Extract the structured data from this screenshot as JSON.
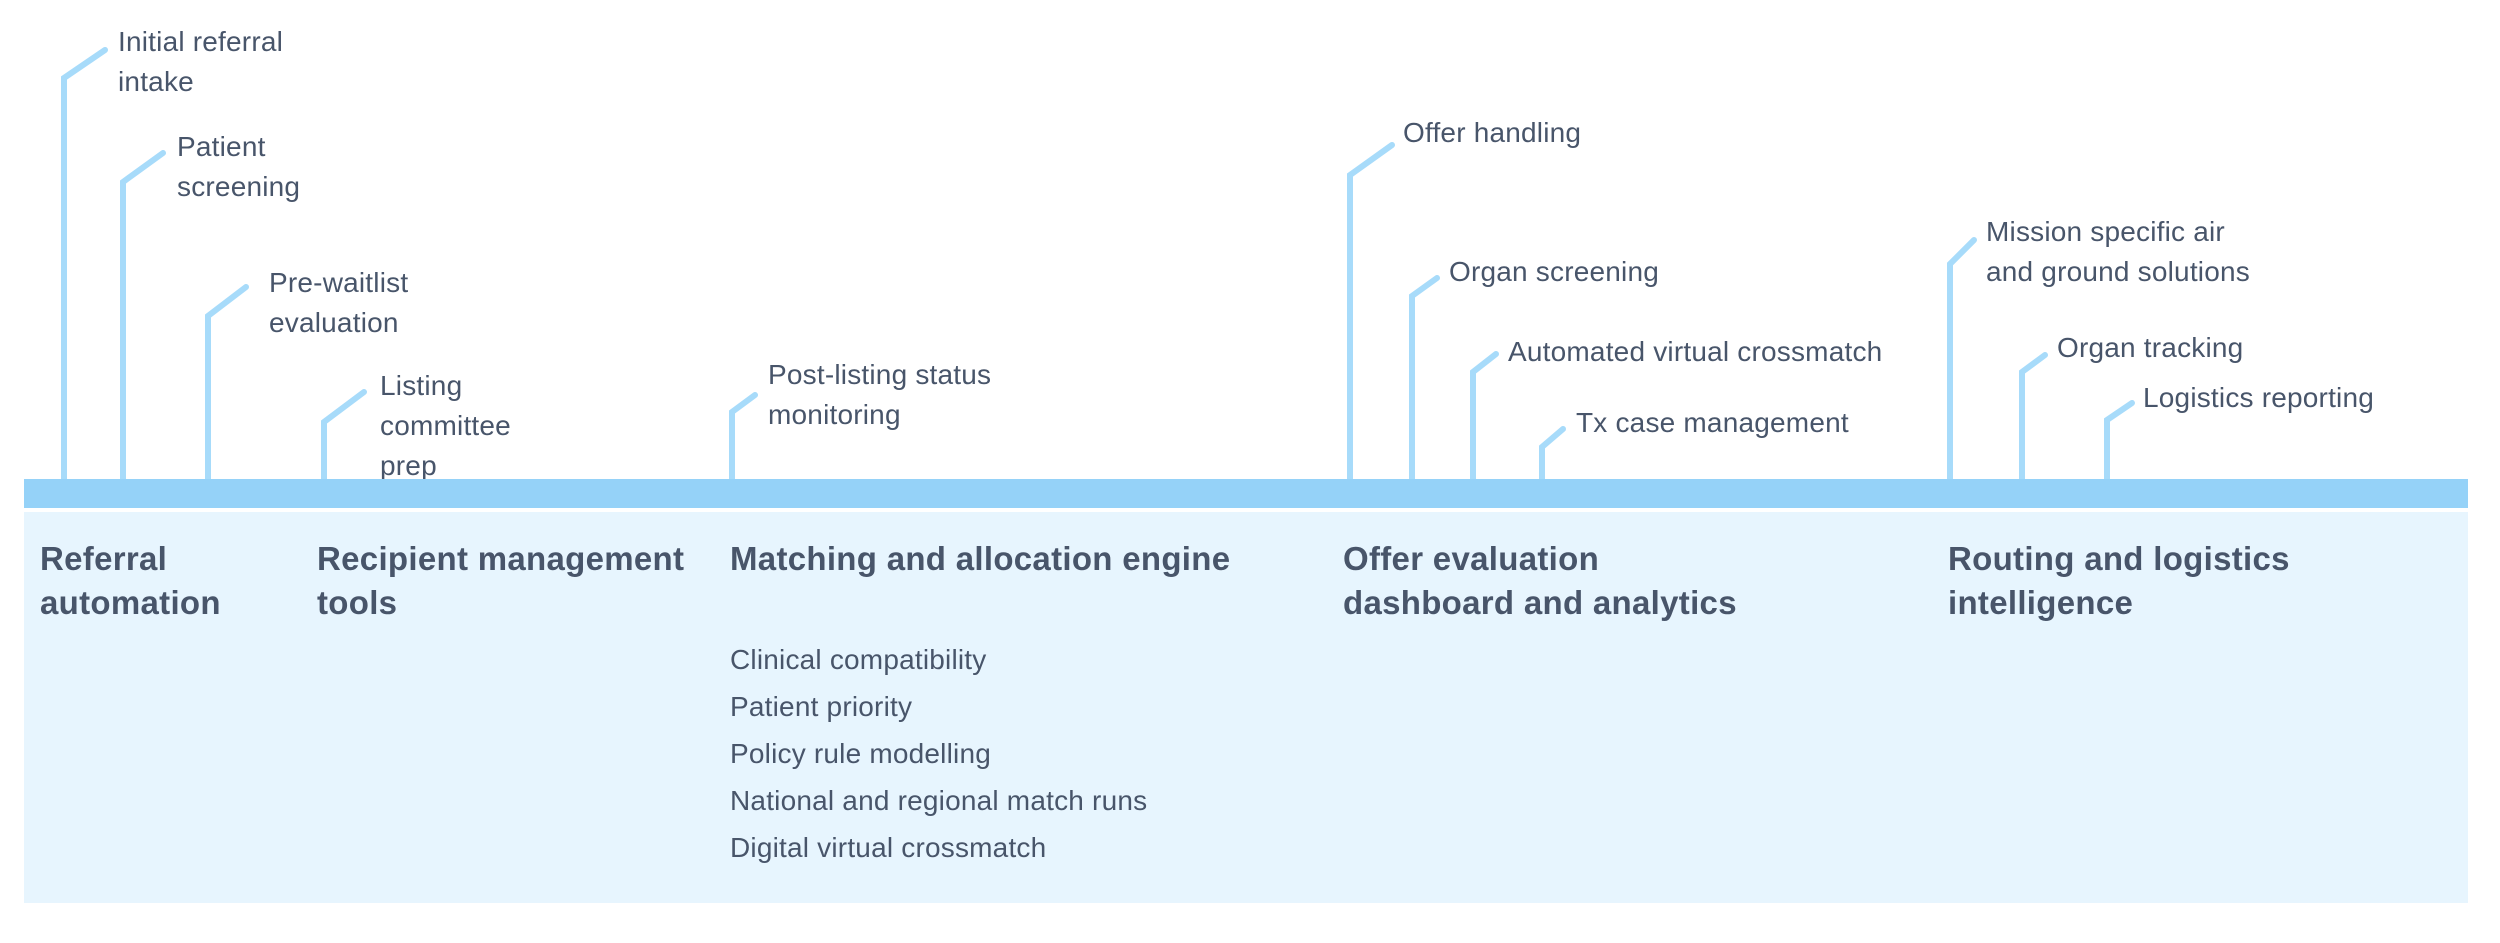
{
  "colors": {
    "bar": "#95D2F8",
    "line": "#A7DBFA",
    "panel": "#E7F5FE",
    "text": "#48556A"
  },
  "callouts": [
    {
      "label": "Initial referral\nintake"
    },
    {
      "label": "Patient\nscreening"
    },
    {
      "label": "Pre-waitlist\nevaluation"
    },
    {
      "label": "Listing\ncommittee\nprep"
    },
    {
      "label": "Post-listing status\nmonitoring"
    },
    {
      "label": "Offer handling"
    },
    {
      "label": "Organ screening"
    },
    {
      "label": "Automated virtual crossmatch"
    },
    {
      "label": "Tx case management"
    },
    {
      "label": "Mission specific air\nand ground solutions"
    },
    {
      "label": "Organ tracking"
    },
    {
      "label": "Logistics reporting"
    }
  ],
  "sections": [
    {
      "title": "Referral\nautomation",
      "items": []
    },
    {
      "title": "Recipient management\ntools",
      "items": []
    },
    {
      "title": "Matching and allocation engine",
      "items": [
        "Clinical compatibility",
        "Patient priority",
        "Policy rule modelling",
        "National and regional match runs",
        "Digital virtual crossmatch"
      ]
    },
    {
      "title": "Offer evaluation\ndashboard and analytics",
      "items": []
    },
    {
      "title": "Routing and logistics\nintelligence",
      "items": []
    }
  ]
}
